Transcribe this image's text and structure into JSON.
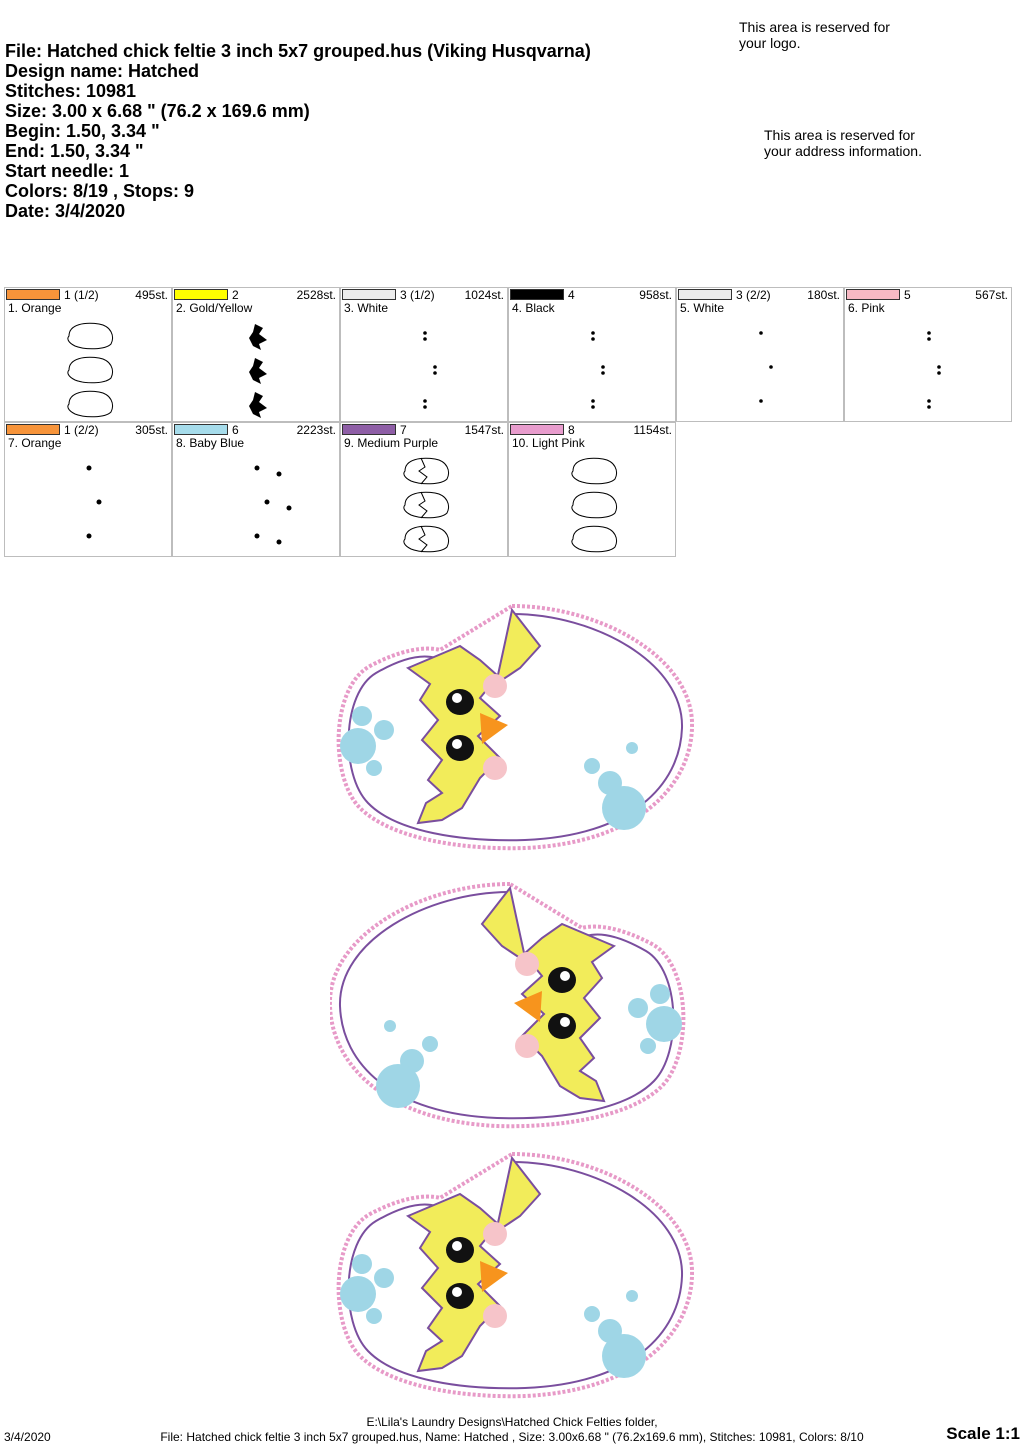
{
  "header": {
    "file": "File: Hatched chick feltie 3 inch 5x7 grouped.hus  (Viking Husqvarna)",
    "design_name": "Design name: Hatched",
    "stitches": "Stitches: 10981",
    "size": "Size: 3.00 x 6.68 \" (76.2 x 169.6 mm)",
    "begin": "Begin: 1.50, 3.34 \"",
    "end": "End: 1.50, 3.34 \"",
    "start_needle": "Start needle: 1",
    "colors": "Colors: 8/19 , Stops: 9",
    "date": "Date: 3/4/2020"
  },
  "reserved": {
    "logo": [
      "This area is reserved for",
      "your logo."
    ],
    "address": [
      "This area is reserved for",
      "your address information."
    ]
  },
  "color_stops": [
    {
      "needle": "1 (1/2)",
      "stitches": "495st.",
      "name": "1. Orange",
      "color": "#f7943a",
      "preview": "eggs"
    },
    {
      "needle": "2",
      "stitches": "2528st.",
      "name": "2. Gold/Yellow",
      "color": "#ffff00",
      "preview": "blobs"
    },
    {
      "needle": "3 (1/2)",
      "stitches": "1024st.",
      "name": "3. White",
      "color": "#ececec",
      "preview": "dots2"
    },
    {
      "needle": "4",
      "stitches": "958st.",
      "name": "4. Black",
      "color": "#000000",
      "preview": "dots2"
    },
    {
      "needle": "3 (2/2)",
      "stitches": "180st.",
      "name": "5. White",
      "color": "#ececec",
      "preview": "dots1"
    },
    {
      "needle": "5",
      "stitches": "567st.",
      "name": "6. Pink",
      "color": "#f7b9c4",
      "preview": "dots2"
    },
    {
      "needle": "1 (2/2)",
      "stitches": "305st.",
      "name": "7. Orange",
      "color": "#f7943a",
      "preview": "beaks"
    },
    {
      "needle": "6",
      "stitches": "2223st.",
      "name": "8. Baby Blue",
      "color": "#a6dceb",
      "preview": "specks"
    },
    {
      "needle": "7",
      "stitches": "1547st.",
      "name": "9. Medium Purple",
      "color": "#8e5ea6",
      "preview": "cracked"
    },
    {
      "needle": "8",
      "stitches": "1154st.",
      "name": "10. Light Pink",
      "color": "#e89ccd",
      "preview": "eggs"
    }
  ],
  "colors": {
    "yellow": "#f2ec5a",
    "orange": "#f7941d",
    "pink": "#f6c4c9",
    "blue": "#9fd6e6",
    "purple": "#7a4e9e",
    "outline_pink": "#e79ac8"
  },
  "footer": {
    "path": "E:\\Lila's Laundry Designs\\Hatched Chick Felties folder,",
    "info": "File: Hatched chick feltie 3 inch 5x7 grouped.hus, Name: Hatched , Size: 3.00x6.68 \" (76.2x169.6 mm), Stitches: 10981, Colors: 8/10",
    "date": "3/4/2020",
    "scale": "Scale 1:1"
  }
}
